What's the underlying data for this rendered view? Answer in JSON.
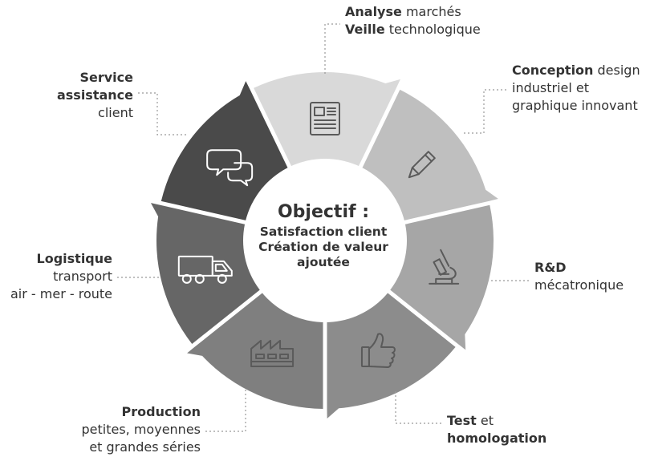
{
  "center": {
    "title": "Objectif :",
    "lines": [
      "Satisfaction client",
      "Création de valeur",
      "ajoutée"
    ]
  },
  "colors": {
    "analyse": "#d9d9d9",
    "conception": "#bfbfbf",
    "rd": "#a6a6a6",
    "test": "#8c8c8c",
    "production": "#7f7f7f",
    "logistique": "#666666",
    "service": "#4a4a4a",
    "icon_light": "#5a5a5a",
    "icon_dark": "#ffffff",
    "connector": "#999999",
    "text": "#333333"
  },
  "segments": [
    {
      "id": "analyse",
      "icon": "newspaper-icon"
    },
    {
      "id": "conception",
      "icon": "pencil-icon"
    },
    {
      "id": "rd",
      "icon": "microscope-icon"
    },
    {
      "id": "test",
      "icon": "thumbs-up-icon"
    },
    {
      "id": "production",
      "icon": "factory-icon"
    },
    {
      "id": "logistique",
      "icon": "truck-icon"
    },
    {
      "id": "service",
      "icon": "speech-bubbles-icon"
    }
  ],
  "labels": {
    "analyse": {
      "line1_bold": "Analyse",
      "line1_rest": " marchés",
      "line2_bold": "Veille",
      "line2_rest": " technologique"
    },
    "conception": {
      "line1_bold": "Conception",
      "line1_rest": " design",
      "line2": "industriel et",
      "line3": "graphique innovant"
    },
    "rd": {
      "line1_bold": "R&D",
      "line2": "mécatronique"
    },
    "test": {
      "line1_bold": "Test",
      "line1_rest": " et",
      "line2_bold": "homologation"
    },
    "production": {
      "line1_bold": "Production",
      "line2": "petites, moyennes",
      "line3": "et grandes séries"
    },
    "logistique": {
      "line1_bold": "Logistique",
      "line2": "transport",
      "line3": "air - mer - route"
    },
    "service": {
      "line1_bold": "Service",
      "line2_bold": "assistance",
      "line3": "client"
    }
  }
}
